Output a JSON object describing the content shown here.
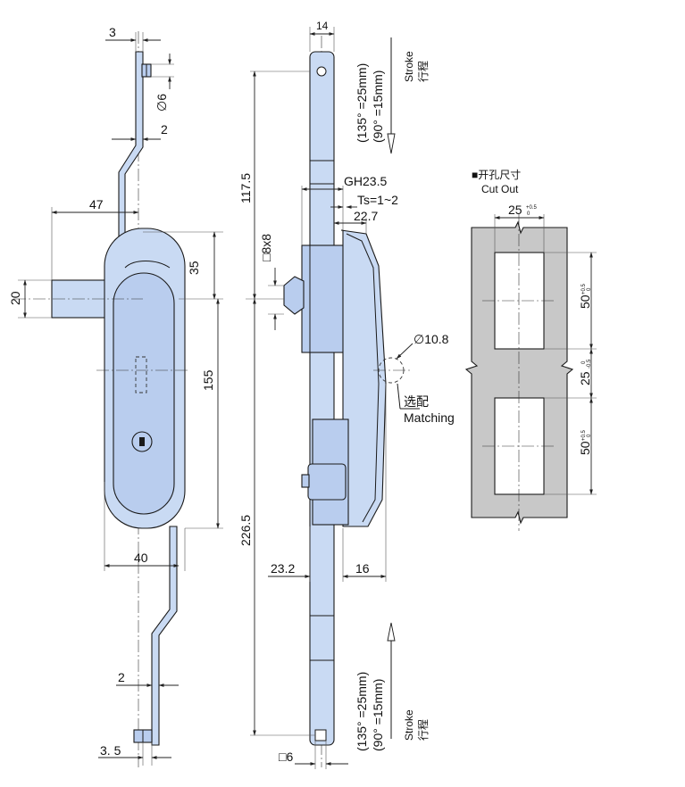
{
  "side_view": {
    "dim_top_width": "3",
    "dim_pin_diameter": "∅6",
    "dim_rod_offset_top": "2",
    "dim_handle_offset": "47",
    "dim_upper_to_axis": "35",
    "dim_boss_height": "20",
    "dim_body_height": "155",
    "dim_body_width": "40",
    "dim_rod_offset_bottom": "2",
    "dim_bottom_width": "3. 5"
  },
  "front_view": {
    "dim_top_width": "14",
    "dim_upper_rod": "117.5",
    "dim_lower_rod": "226.5",
    "dim_square": "□8x8",
    "dim_gh": "GH23.5",
    "dim_ts": "Ts=1~2",
    "dim_depth": "22.7",
    "dim_hole": "∅10.8",
    "matching_cn": "选配",
    "matching_en": "Matching",
    "dim_rod_depth": "23.2",
    "dim_handle_depth": "16",
    "dim_bottom_square": "□6",
    "stroke_top_line1": "(135°  =25mm)",
    "stroke_top_line2": "(90°   =15mm)",
    "stroke_top_en": "Stroke",
    "stroke_top_cn": "行程",
    "stroke_bottom_line1": "(135°  =25mm)",
    "stroke_bottom_line2": "(90°   =15mm)",
    "stroke_bottom_en": "Stroke",
    "stroke_bottom_cn": "行程"
  },
  "cutout": {
    "title_cn": "■开孔尺寸",
    "title_en": "Cut Out",
    "dim_width": "25",
    "dim_width_tol_upper": "+0.5",
    "dim_width_tol_lower": "0",
    "dim_hole_upper": "50",
    "dim_hole_upper_tol_upper": "+0.5",
    "dim_hole_upper_tol_lower": "0",
    "dim_gap": "25",
    "dim_gap_tol_upper": "0",
    "dim_gap_tol_lower": "-0.5",
    "dim_hole_lower": "50",
    "dim_hole_lower_tol_upper": "+0.5",
    "dim_hole_lower_tol_lower": "0"
  },
  "colors": {
    "part_fill": "#c9daf3",
    "cutout_fill": "#c8c8c8",
    "line": "#1a1a1a"
  }
}
